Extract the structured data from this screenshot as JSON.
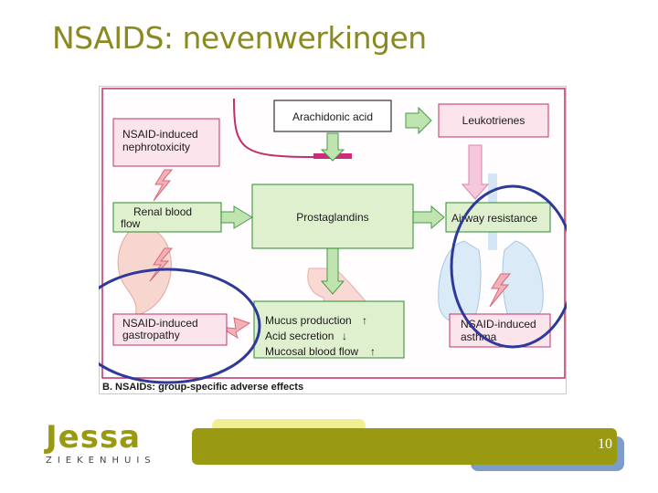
{
  "slide": {
    "title": "NSAIDS: nevenwerkingen",
    "page_number": "10"
  },
  "diagram": {
    "arachidonic_acid": "Arachidonic acid",
    "leukotrienes": "Leukotrienes",
    "prostaglandins": "Prostaglandins",
    "nephrotoxicity_line1": "NSAID-induced",
    "nephrotoxicity_line2": "nephrotoxicity",
    "renal_line1": "Renal blood",
    "renal_line2": "flow",
    "airway": "Airway resistance",
    "gastropathy_line1": "NSAID-induced",
    "gastropathy_line2": "gastropathy",
    "mucus": "Mucus production",
    "acid": "Acid secretion",
    "mucosal": "Mucosal blood flow",
    "asthma_line1": "NSAID-induced",
    "asthma_line2": "asthma",
    "caption": "B. NSAIDs: group-specific adverse effects",
    "arrow_up": "↑",
    "arrow_down": "↓"
  },
  "logo": {
    "name": "Jessa",
    "subtitle": "ZIEKENHUIS"
  },
  "colors": {
    "title": "#8a8a20",
    "box_green": "#dff0cf",
    "box_pink": "#fbe4ec",
    "box_border_green": "#2e8b2e",
    "box_border_pink": "#c0306a",
    "highlight_ellipse": "#2e3a9a",
    "footer_olive": "#9a9a12",
    "footer_blue": "#7c9cc9"
  }
}
